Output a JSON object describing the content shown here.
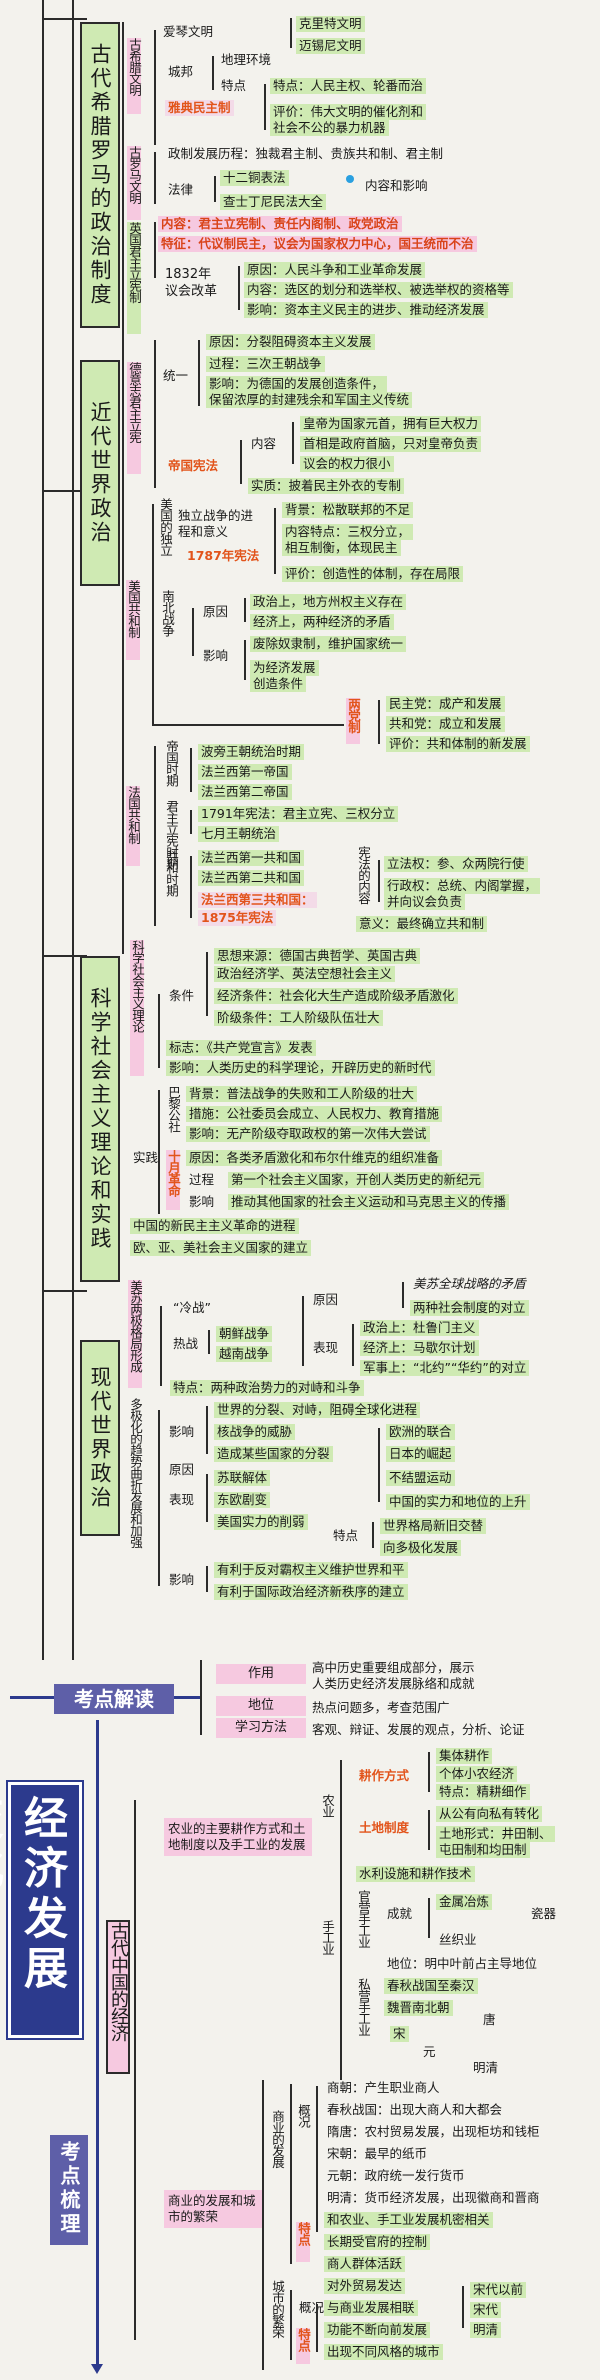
{
  "sections": {
    "greek_roman": "古代希腊罗马的政治制度",
    "modern": "近代世界政治",
    "socialism": "科学社会主义理论和实践",
    "contemporary": "现代世界政治"
  },
  "greek": {
    "label": "古希腊文明",
    "aegean": "爱琴文明",
    "crete": "克里特文明",
    "mycenae": "迈锡尼文明",
    "polis": "城邦",
    "geo": "地理环境",
    "traits_label": "特点",
    "traits": "特点：人民主权、轮番而治",
    "athens_dem": "雅典民主制",
    "eval1": "评价：伟大文明的催化剂和",
    "eval2": "社会不公的暴力机器"
  },
  "rome": {
    "label": "古罗马文明",
    "course": "政制发展历程：独裁君主制、贵族共和制、君主制",
    "law": "法律",
    "twelve": "十二铜表法",
    "content": "内容和影响",
    "justinian": "查士丁尼民法大全"
  },
  "britain": {
    "label": "英国君主立宪制",
    "content": "内容：君主立宪制、责任内阁制、政党政治",
    "features": "特征：代议制民主，议会为国家权力中心，国王统而不治",
    "reform": "1832年议会改革",
    "cause": "原因：人民斗争和工业革命发展",
    "r_content": "内容：选区的划分和选举权、被选举权的资格等",
    "effect": "影响：资本主义民主的进步、推动经济发展"
  },
  "germany": {
    "label": "德意志君主立宪",
    "cause": "原因：分裂阻碍资本主义发展",
    "unify": "统一",
    "process": "过程：三次王朝战争",
    "impact1": "影响：为德国的发展创造条件，",
    "impact2": "保留浓厚的封建残余和军国主义传统",
    "constitution": "帝国宪法",
    "content": "内容",
    "c1": "皇帝为国家元首，拥有巨大权力",
    "c2": "首相是政府首脑，只对皇帝负责",
    "c3": "议会的权力很小",
    "essence": "实质：披着民主外衣的专制"
  },
  "usa": {
    "label": "美国共和制",
    "independence": "美国的独立",
    "war_process": "独立战争的进程和意义",
    "const1787": "1787年宪法",
    "bg": "背景：松散联邦的不足",
    "content1": "内容特点：三权分立，",
    "content2": "相互制衡，体现民主",
    "eval": "评价：创造性的体制，存在局限",
    "civil_war": "南北战争",
    "reason": "原因",
    "politic": "政治上，地方州权主义存在",
    "econ": "经济上，两种经济的矛盾",
    "influence": "影响",
    "abolish": "废除奴隶制，维护国家统一",
    "econ_cond1": "为经济发展",
    "econ_cond2": "创造条件",
    "parties": "两党制",
    "dem": "民主党：成产和发展",
    "rep": "共和党：成立和发展",
    "p_eval": "评价：共和体制的新发展"
  },
  "france": {
    "label": "法国共和制",
    "revolution": "帝国时期",
    "transition": "君主立宪时期",
    "republic": "共和时期",
    "bourbon": "波旁王朝统治时期",
    "first_empire": "法兰西第一帝国",
    "second_empire": "法兰西第二帝国",
    "c1791": "1791年宪法：君主立宪、三权分立",
    "july": "七月王朝统治",
    "first_rep": "法兰西第一共和国",
    "second_rep": "法兰西第二共和国",
    "third_rep": "法兰西第三共和国：",
    "c1875": "1875年宪法",
    "content_label": "宪法的内容",
    "legis": "立法权：参、众两院行使",
    "exec1": "行政权：总统、内阁掌握，",
    "exec2": "并向议会负责",
    "meaning": "意义：最终确立共和制"
  },
  "socialism": {
    "theory_label": "科学社会主义理论",
    "conditions": "条件",
    "thought": "思想来源：德国古典哲学、英国古典",
    "thought2": "政治经济学、英法空想社会主义",
    "economy": "经济条件：社会化大生产造成阶级矛盾激化",
    "class": "阶级条件：工人阶级队伍壮大",
    "sign": "标志：《共产党宣言》发表",
    "impact": "影响：人类历史的科学理论，开辟历史的新时代",
    "practice": "实践",
    "paris": "巴黎公社",
    "p_bg": "背景：普法战争的失败和工人阶级的壮大",
    "p_measure": "措施：公社委员会成立、人民权力、教育措施",
    "p_impact": "影响：无产阶级夺取政权的第一次伟大尝试",
    "october": "十月革命",
    "o_cause": "原因：各类矛盾激化和布尔什维克的组织准备",
    "o_process": "过程",
    "o_first": "第一个社会主义国家，开创人类历史的新纪元",
    "o_influence": "影响",
    "o_impact": "推动其他国家的社会主义运动和马克思主义的传播",
    "china": "中国的新民主主义革命的进程",
    "euro": "欧、亚、美社会主义国家的建立"
  },
  "contemporary": {
    "bipolar": "美苏两极格局形成",
    "coldwar": "“冷战”",
    "cause": "原因",
    "c1": "美苏全球战略的矛盾",
    "c2": "两种社会制度的对立",
    "hotwar": "热战",
    "korea": "朝鲜战争",
    "vietnam": "越南战争",
    "perform": "表现",
    "pol": "政治上：杜鲁门主义",
    "eco": "经济上：马歇尔计划",
    "mil": "军事上：“北约”“华约”的对立",
    "trait": "特点：两种政治势力的对峙和斗争",
    "multi": "多极化的趋势曲折发展和加强",
    "influence": "影响",
    "i1": "世界的分裂、对峙，阻碍全球化进程",
    "i2": "核战争的威胁",
    "i3": "造成某些国家的分裂",
    "reason": "原因",
    "r1": "欧洲的联合",
    "r2": "日本的崛起",
    "r3": "不结盟运动",
    "r4": "中国的实力和地位的上升",
    "expr": "表现",
    "e1": "苏联解体",
    "e2": "东欧剧变",
    "e3": "美国实力的削弱",
    "feature": "特点",
    "f1": "世界格局新旧交替",
    "f2": "向多极化发展",
    "influence2": "影响",
    "j1": "有利于反对霸权主义维护世界和平",
    "j2": "有利于国际政治经济新秩序的建立"
  },
  "exam": {
    "title": "考点解读",
    "role_tab": "作用",
    "role1": "高中历史重要组成部分，展示",
    "role2": "人类历史经济发展脉络和成就",
    "pos_tab": "地位",
    "pos": "热点问题多，考查范围广",
    "method_tab": "学习方法",
    "method": "客观、辩证、发展的观点，分析、论证"
  },
  "econ": {
    "big_title": "经济发展变化",
    "outline": "考点梳理",
    "ancient": "古代中国的经济",
    "agri_box": "农业的主要耕作方式和土地制度以及手工业的发展",
    "agriculture": "农业",
    "farming": "耕作方式",
    "f1": "集体耕作",
    "f2": "个体小农经济",
    "f3": "特点：精耕细作",
    "land": "土地制度",
    "l1": "从公有向私有转化",
    "l2": "土地形式：井田制、",
    "l3": "屯田制和均田制",
    "water": "水利设施和耕作技术",
    "handicraft": "手工业",
    "official": "官营手工业",
    "achieve": "成就",
    "metal": "金属冶炼",
    "pottery": "瓷器",
    "silk": "丝织业",
    "status": "地位：明中叶前占主导地位",
    "private": "私营手工业",
    "spring": "春秋战国至秦汉",
    "wei": "魏晋南北朝",
    "tang": "唐",
    "song": "宋",
    "yuan": "元",
    "mingqing": "明清",
    "commerce_box": "商业的发展和城市的繁荣",
    "commerce": "商业的发展",
    "overview": "概况",
    "shang": "商朝：产生职业商人",
    "spring2": "春秋战国：出现大商人和大都会",
    "sui": "隋唐：农村贸易发展，出现柜坊和钱柜",
    "songdy": "宋朝：最早的纸币",
    "yuandy": "元朝：政府统一发行货币",
    "ming": "明清：货币经济发展，出现徽商和晋商",
    "trait": "特点",
    "t1": "和农业、手工业发展机密相关",
    "t2": "长期受官府的控制",
    "t3": "商人群体活跃",
    "t4": "对外贸易发达",
    "city": "城市的繁荣",
    "city_over": "概况",
    "song_before": "宋代以前",
    "song2": "宋代",
    "mingqing2": "明清",
    "city_trait": "特点",
    "ct1": "与商业发展相联",
    "ct2": "功能不断向前发展",
    "ct3": "出现不同风格的城市"
  }
}
